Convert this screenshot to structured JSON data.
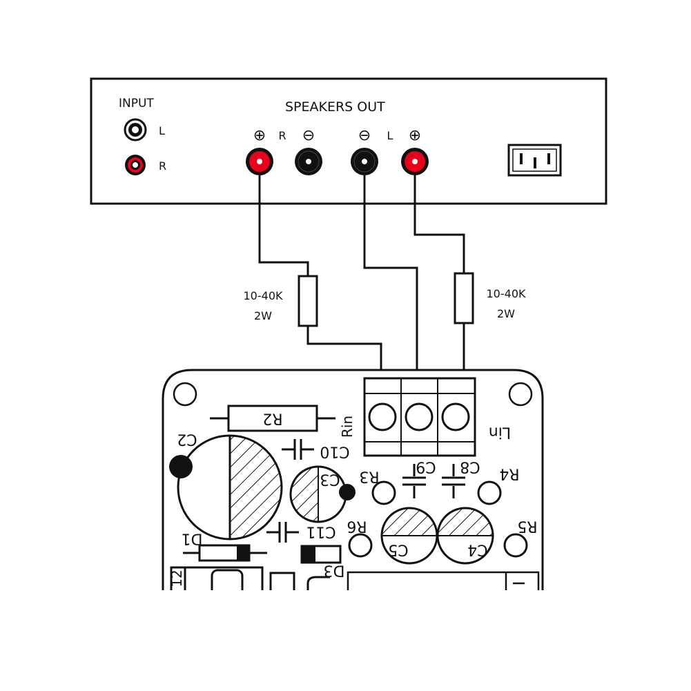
{
  "amplifier": {
    "input_label": "INPUT",
    "input_l": "L",
    "input_r": "R",
    "speakers_out_label": "SPEAKERS OUT",
    "channel_r": "R",
    "channel_l": "L",
    "plus_symbol": "⊕",
    "minus_symbol": "⊖"
  },
  "resistor_left": {
    "value": "10-40K",
    "power": "2W"
  },
  "resistor_right": {
    "value": "10-40K",
    "power": "2W"
  },
  "pcb": {
    "labels": {
      "r2": "R2",
      "rin": "Rin",
      "lin": "Lin",
      "c2": "C2",
      "c10": "C10",
      "c3": "C3",
      "c11": "C11",
      "r3": "R3",
      "c9": "C9",
      "c8": "C8",
      "r4": "R4",
      "r6": "R6",
      "c5": "C5",
      "c4": "C4",
      "r5": "R5",
      "d1": "D1",
      "d3": "D3",
      "n12": "12"
    }
  },
  "colors": {
    "line": "#111111",
    "red_terminal": "#e8001c",
    "background": "#ffffff"
  }
}
